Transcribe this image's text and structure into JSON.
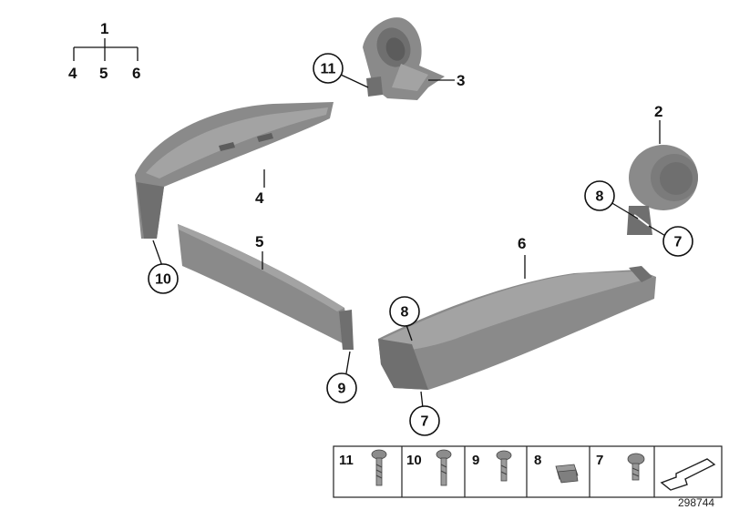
{
  "tree": {
    "parent": "1",
    "children": [
      "4",
      "5",
      "6"
    ]
  },
  "callouts": {
    "p2": "2",
    "p3": "3",
    "p4": "4",
    "p5": "5",
    "p6": "6",
    "c11_top": "11",
    "c8_clip": "8",
    "c7_clip": "7",
    "c10_left": "10",
    "c8_bottom": "8",
    "c9_bottom": "9",
    "c7_bottom": "7"
  },
  "legend": {
    "items": [
      {
        "number": "11",
        "icon": "screw-pan-head-icon"
      },
      {
        "number": "10",
        "icon": "screw-slotted-head-icon"
      },
      {
        "number": "9",
        "icon": "screw-countersunk-icon"
      },
      {
        "number": "8",
        "icon": "clip-nut-icon"
      },
      {
        "number": "7",
        "icon": "screw-short-icon"
      }
    ],
    "last_icon": "arrow-insert-icon"
  },
  "document_id": "298744"
}
